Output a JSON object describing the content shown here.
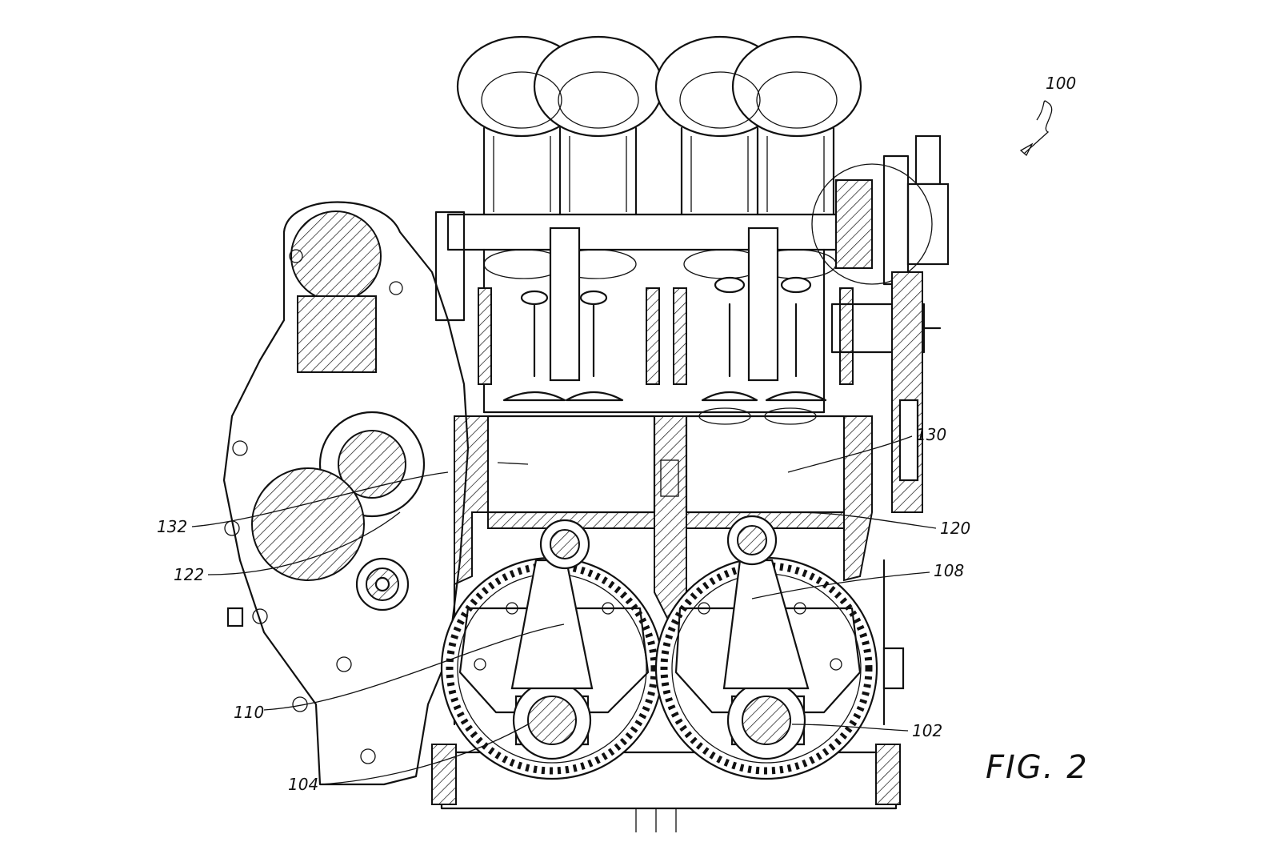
{
  "figure": {
    "caption": "FIG. 2"
  },
  "reference_numerals": {
    "assembly": "100",
    "r102": "102",
    "r104": "104",
    "r108": "108",
    "r110": "110",
    "r120": "120",
    "r122": "122",
    "r130": "130",
    "r132": "132"
  }
}
